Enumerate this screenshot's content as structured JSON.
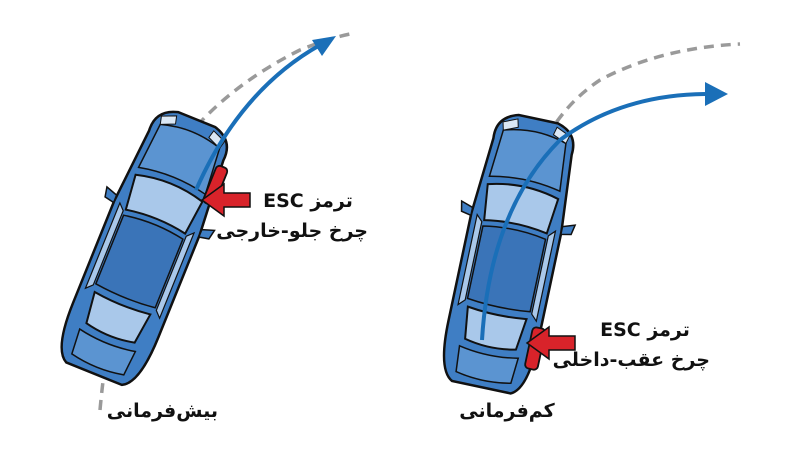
{
  "diagram": {
    "panels": [
      {
        "id": "oversteer",
        "caption": "بیش‌فرمانی",
        "esc_label_line1": "ترمز ESC",
        "esc_label_line2": "چرخ جلو-خارجی"
      },
      {
        "id": "understeer",
        "caption": "کم‌فرمانی",
        "esc_label_line1": "ترمز ESC",
        "esc_label_line2": "چرخ عقب-داخلی"
      }
    ],
    "colors": {
      "car_body": "#3f7ec4",
      "car_shade": "#2f65a8",
      "car_glass": "#a9c8ea",
      "outline": "#111111",
      "path_arrow": "#1a6fb8",
      "dashed_path": "#9a9a9a",
      "brake_highlight": "#d8232a",
      "pointer_arrow": "#d8232a"
    },
    "icons": [
      "car-top-view-icon",
      "brake-pointer-arrow-icon"
    ]
  }
}
